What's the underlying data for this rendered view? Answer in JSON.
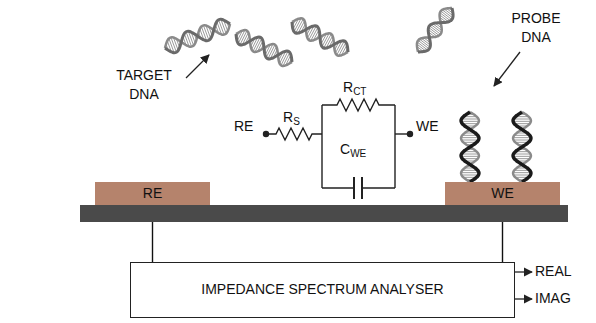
{
  "diagram": {
    "nodes": [
      {
        "text": [
          "RE"
        ]
      },
      {
        "text": [
          "WE"
        ]
      },
      {
        "text": [
          "IMPEDANCE SPECTRUM ANALYSER"
        ]
      }
    ],
    "edges": [
      {
        "from": 0,
        "to": 2,
        "arrow": "none"
      },
      {
        "from": 1,
        "to": 2,
        "arrow": "none"
      }
    ],
    "labels": [
      "PROBE DNA",
      "TARGET DNA",
      "RE",
      "RS",
      "RCT",
      "WE",
      "CWE",
      "REAL",
      "IMAG"
    ]
  }
}
